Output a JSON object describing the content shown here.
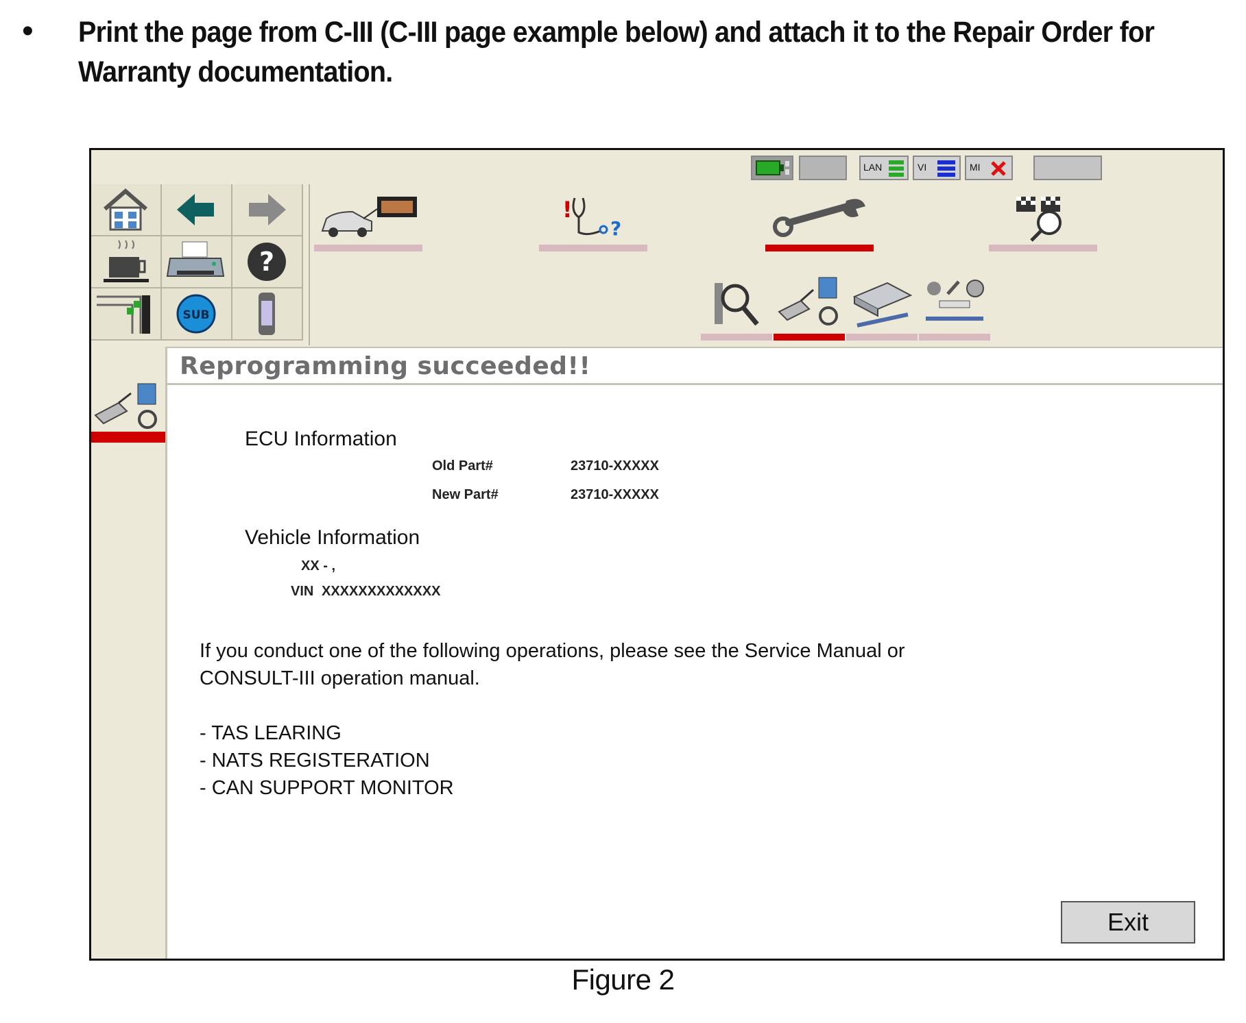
{
  "instruction": {
    "bullet": "•",
    "line1": "Print the page from C-III (C-III page example below) and attach it to the Repair Order for",
    "line2": "Warranty documentation."
  },
  "status_bar": {
    "items": [
      "battery",
      "blank",
      "LAN",
      "VI",
      "MI"
    ],
    "lan_label": "LAN",
    "vi_label": "VI",
    "mi_label": "MI"
  },
  "toolbar": {
    "icons": [
      "home-icon",
      "back-icon",
      "forward-icon",
      "sleep-icon",
      "printer-icon",
      "help-icon",
      "screen-capture-icon",
      "sub-icon",
      "vi-device-icon"
    ],
    "sub_label": "SUB"
  },
  "modes": {
    "items": [
      "vehicle-select",
      "diagnosis",
      "reprogramming",
      "simulation"
    ],
    "active": "reprogramming",
    "submodes": [
      "search",
      "reprogram",
      "ecu",
      "work-support"
    ],
    "active_submode": "reprogram"
  },
  "screen": {
    "title": "Reprogramming succeeded!!",
    "ecu_heading": "ECU Information",
    "old_part_label": "Old Part#",
    "old_part_value": "23710-XXXXX",
    "new_part_label": "New Part#",
    "new_part_value": "23710-XXXXX",
    "vehicle_heading": "Vehicle Information",
    "vehicle_model": "XX - ,",
    "vin_label": "VIN",
    "vin_value": "XXXXXXXXXXXXX",
    "note_line1": "If you conduct one of  the following operations, please see the Service Manual or",
    "note_line2": "CONSULT-III operation manual.",
    "operations": [
      "- TAS LEARING",
      "- NATS REGISTERATION",
      "- CAN SUPPORT MONITOR"
    ],
    "exit_label": "Exit"
  },
  "caption": "Figure 2",
  "colors": {
    "active_underline": "#d00000",
    "inactive_underline": "#d7b9bf",
    "panel_bg": "#ece9d8",
    "title_text": "#6e6e6e"
  }
}
